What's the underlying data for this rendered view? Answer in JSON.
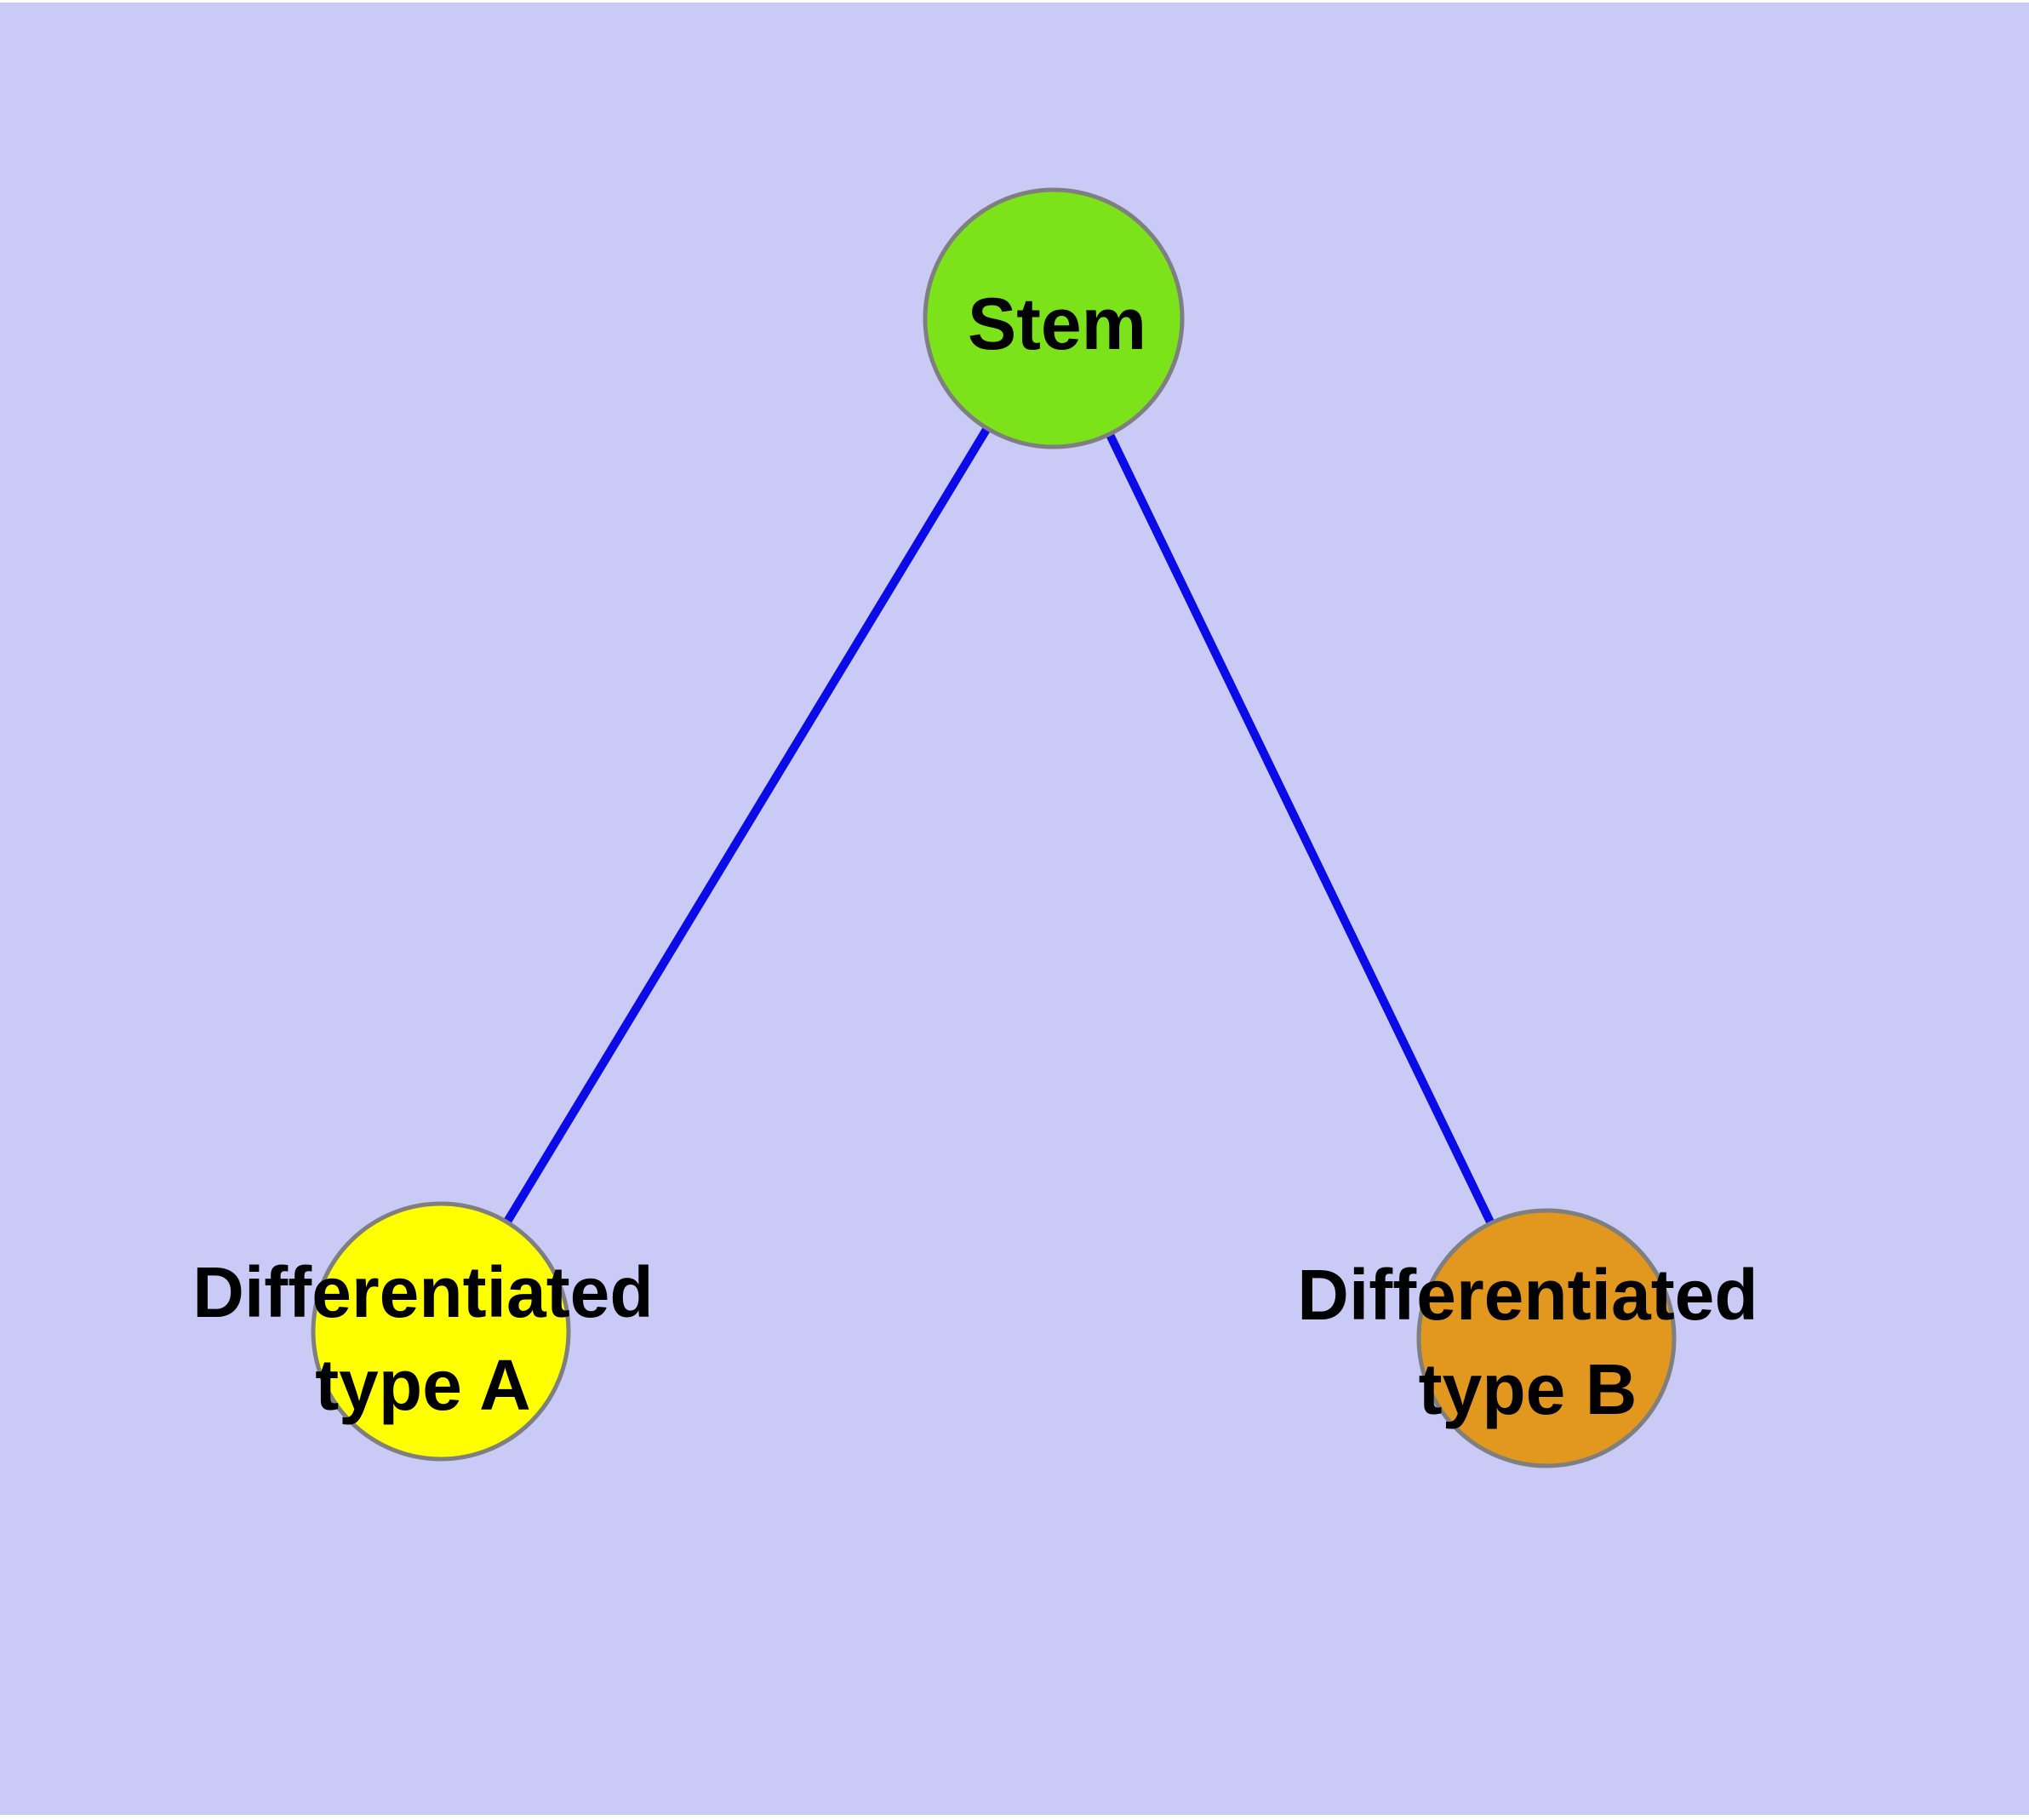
{
  "diagram": {
    "type": "node-link-graph",
    "colors": {
      "background": "#CACAF6",
      "page_margin": "#FFFFFF",
      "edge": "#0B0BE8",
      "node_border": "#7F7F7F",
      "label_text": "#000000"
    },
    "nodes": [
      {
        "id": "stem",
        "label": "Stem",
        "fill": "#7CE31B",
        "shape": "circle"
      },
      {
        "id": "type-a",
        "label_line1": "Differentiated",
        "label_line2": "type A",
        "fill": "#FFFF00",
        "shape": "circle"
      },
      {
        "id": "type-b",
        "label_line1": "Differentiated",
        "label_line2": "type B",
        "fill": "#E2981E",
        "shape": "circle"
      }
    ],
    "edges": [
      {
        "from": "Stem",
        "to": "Differentiated type A"
      },
      {
        "from": "Stem",
        "to": "Differentiated type B"
      }
    ]
  }
}
